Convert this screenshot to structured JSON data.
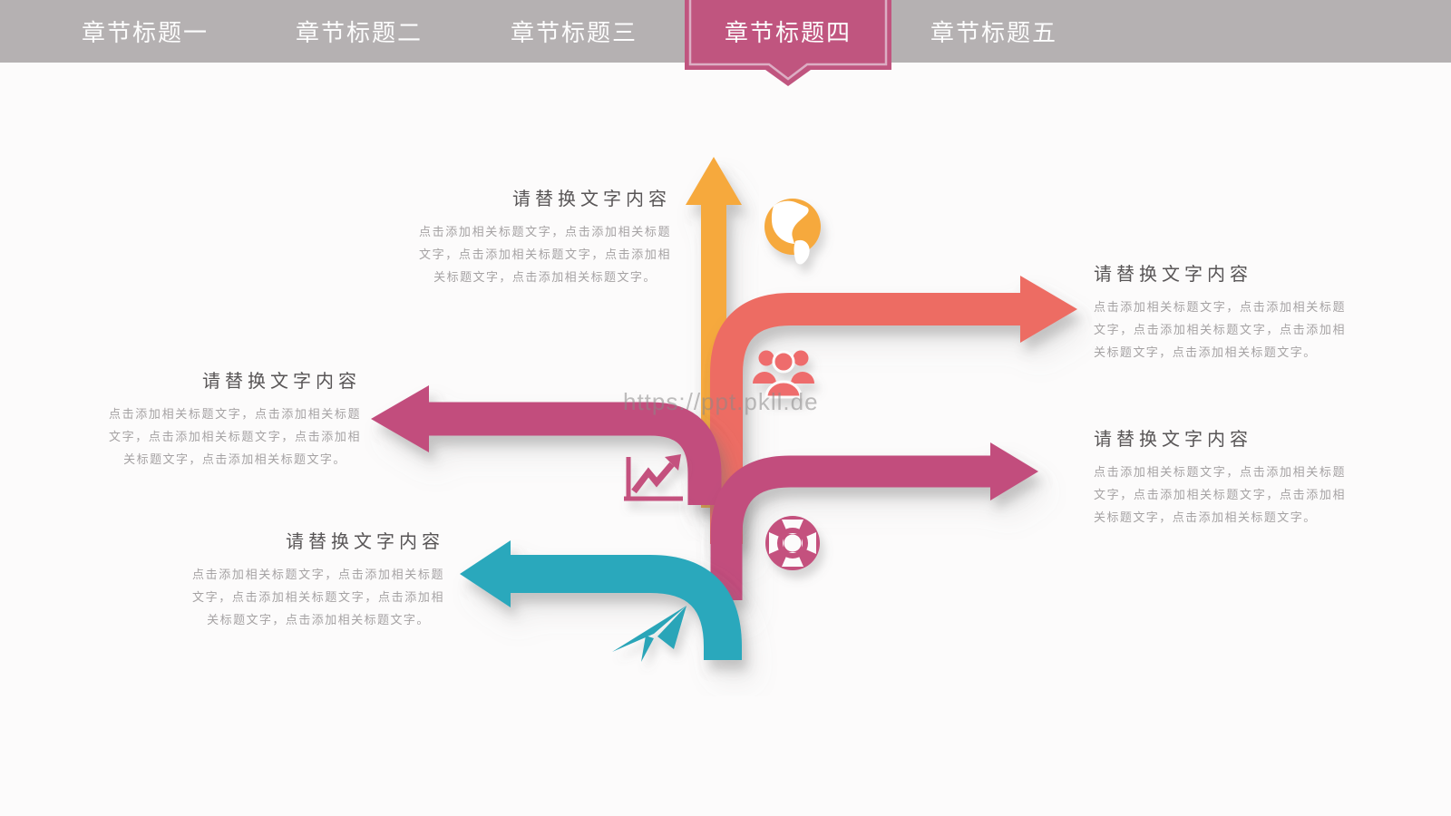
{
  "nav": {
    "tabs": [
      {
        "label": "章节标题一",
        "active": false
      },
      {
        "label": "章节标题二",
        "active": false
      },
      {
        "label": "章节标题三",
        "active": false
      },
      {
        "label": "章节标题四",
        "active": true
      },
      {
        "label": "章节标题五",
        "active": false
      }
    ]
  },
  "blocks": [
    {
      "title": "请替换文字内容",
      "body": "点击添加相关标题文字，点击添加相关标题文字，点击添加相关标题文字，点击添加相关标题文字，点击添加相关标题文字。"
    },
    {
      "title": "请替换文字内容",
      "body": "点击添加相关标题文字，点击添加相关标题文字，点击添加相关标题文字，点击添加相关标题文字，点击添加相关标题文字。"
    },
    {
      "title": "请替换文字内容",
      "body": "点击添加相关标题文字，点击添加相关标题文字，点击添加相关标题文字，点击添加相关标题文字，点击添加相关标题文字。"
    },
    {
      "title": "请替换文字内容",
      "body": "点击添加相关标题文字，点击添加相关标题文字，点击添加相关标题文字，点击添加相关标题文字，点击添加相关标题文字。"
    },
    {
      "title": "请替换文字内容",
      "body": "点击添加相关标题文字，点击添加相关标题文字，点击添加相关标题文字，点击添加相关标题文字，点击添加相关标题文字。"
    }
  ],
  "watermark": {
    "text": "https://ppt.pkll.de"
  },
  "icons": [
    "globe-icon",
    "team-icon",
    "growth-chart-icon",
    "lifebuoy-icon",
    "paper-plane-icon"
  ],
  "colors": {
    "navbar_gray": "#b5b1b2",
    "active_tab_pink": "#c0557f",
    "active_tab_inner_border": "#dcaec4",
    "arrow_orange": "#f6a93e",
    "arrow_red": "#ed6c64",
    "arrow_magenta": "#c24e7d",
    "arrow_teal": "#2aa8bc",
    "title_text": "#585556",
    "body_text": "#a5a2a3"
  }
}
